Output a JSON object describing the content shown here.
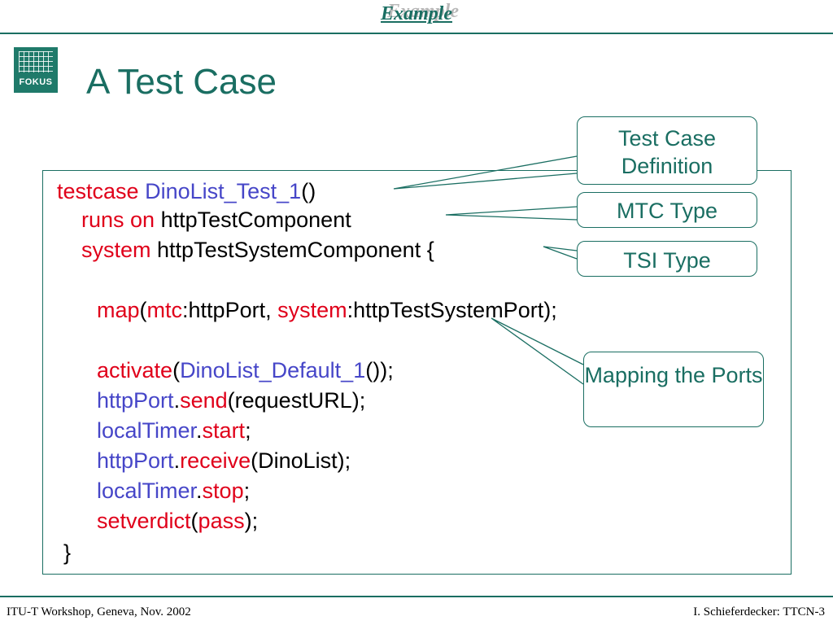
{
  "header": {
    "badge": "Example"
  },
  "logo": {
    "text": "FOKUS"
  },
  "slide": {
    "title": "A Test Case"
  },
  "code": {
    "l1": {
      "kw": "testcase",
      "name": "DinoList_Test_1",
      "rest": "()"
    },
    "l2": {
      "kw": "runs on",
      "rest": "httpTestComponent"
    },
    "l3": {
      "kw": "system",
      "rest": "httpTestSystemComponent {"
    },
    "l4": {
      "fn": "map",
      "p1": "(",
      "a": "mtc",
      "b": ":httpPort, ",
      "c": "system",
      "d": ":httpTestSystemPort);"
    },
    "l5": {
      "fn": "activate",
      "p1": "(",
      "a": "DinoList_Default_1",
      "b": "());"
    },
    "l6": {
      "obj": "httpPort",
      "dot": ".",
      "m": "send",
      "rest": "(requestURL);"
    },
    "l7": {
      "obj": "localTimer",
      "dot": ".",
      "m": "start",
      "rest": ";"
    },
    "l8": {
      "obj": "httpPort",
      "dot": ".",
      "m": "receive",
      "rest": "(DinoList);"
    },
    "l9": {
      "obj": "localTimer",
      "dot": ".",
      "m": "stop",
      "rest": ";"
    },
    "l10": {
      "fn": "setverdict",
      "p1": "(",
      "a": "pass",
      "b": ");"
    },
    "l11": {
      "text": "}"
    }
  },
  "callouts": {
    "test_case_definition": "Test Case Definition",
    "mtc_type": "MTC Type",
    "tsi_type": "TSI Type",
    "mapping_ports": "Mapping the Ports"
  },
  "footer": {
    "left": "ITU-T Workshop, Geneva, Nov. 2002",
    "right": "I. Schieferdecker: TTCN-3"
  },
  "colors": {
    "accent": "#1a6e62",
    "keyword": "#e0001a",
    "identifier": "#4646c8"
  }
}
